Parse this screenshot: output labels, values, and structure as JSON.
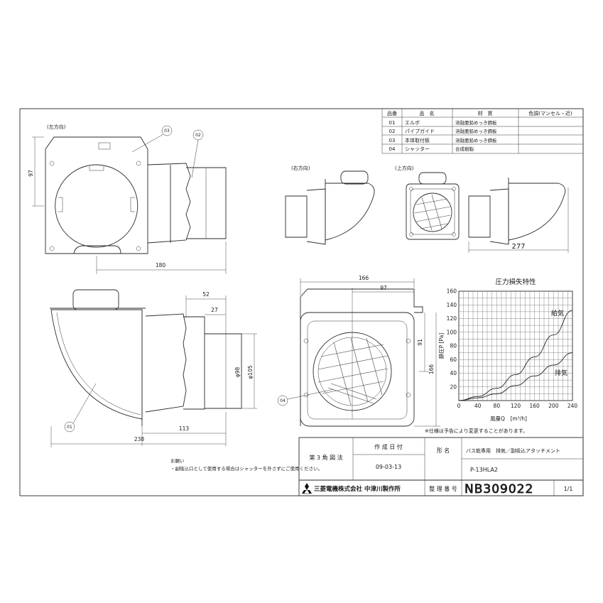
{
  "parts_table": {
    "headers": [
      "品番",
      "品　名",
      "材　質",
      "色調(マンセル・近)"
    ],
    "rows": [
      {
        "no": "01",
        "name": "エルボ",
        "material": "溶融亜鉛めっき鋼板",
        "color": ""
      },
      {
        "no": "02",
        "name": "パイプガイド",
        "material": "溶融亜鉛めっき鋼板",
        "color": ""
      },
      {
        "no": "03",
        "name": "本体取付板",
        "material": "溶融亜鉛めっき鋼板",
        "color": ""
      },
      {
        "no": "04",
        "name": "シャッター",
        "material": "合成樹脂",
        "color": ""
      }
    ]
  },
  "views": {
    "left": "(左方向)",
    "right": "(右方向)",
    "top": "(上方向)"
  },
  "balloons": [
    "03",
    "02",
    "01",
    "04"
  ],
  "dimensions": {
    "d97_left": "97",
    "d180": "180",
    "d277": "277",
    "d166_top": "166",
    "d97_front": "97",
    "d91": "91",
    "d166_side": "166",
    "d52": "52",
    "d27": "27",
    "phi98": "φ98",
    "phi105": "φ105",
    "d113": "113",
    "d238": "238"
  },
  "chart_data": {
    "type": "line",
    "title": "圧力損失特性",
    "xlabel": "風量Q　[m³/h]",
    "ylabel": "静圧P [Pa]",
    "xlim": [
      0,
      240
    ],
    "ylim": [
      0,
      160
    ],
    "x_ticks": [
      "0",
      "40",
      "80",
      "120",
      "160",
      "200",
      "240"
    ],
    "y_ticks": [
      "20",
      "40",
      "60",
      "80",
      "100",
      "120",
      "140",
      "160"
    ],
    "grid": true,
    "series": [
      {
        "name": "給気",
        "points": [
          [
            0,
            0
          ],
          [
            40,
            6
          ],
          [
            80,
            18
          ],
          [
            120,
            38
          ],
          [
            160,
            64
          ],
          [
            200,
            96
          ],
          [
            240,
            132
          ]
        ]
      },
      {
        "name": "排気",
        "points": [
          [
            0,
            0
          ],
          [
            40,
            4
          ],
          [
            80,
            10
          ],
          [
            120,
            22
          ],
          [
            160,
            36
          ],
          [
            200,
            52
          ],
          [
            240,
            70
          ]
        ]
      }
    ]
  },
  "notes": {
    "spec_note": "※仕様は予告により変更することがあります。",
    "request_title": "お願い",
    "request_body": "・副吸込口として使用する場合はシャッターを外さずにご使用ください。"
  },
  "title_block": {
    "projection": "第 3 角 図 法",
    "date_label": "作 成 日 付",
    "date": "09-03-13",
    "model_label": "形 名",
    "product_name": "バス乾専用　排気／副吸込アタッチメント",
    "model": "P-13HLA2",
    "company": "三菱電機株式会社 中津川製作所",
    "doc_no_label": "整 理 番 号",
    "doc_no": "NB309022",
    "sheet": "1/1"
  }
}
